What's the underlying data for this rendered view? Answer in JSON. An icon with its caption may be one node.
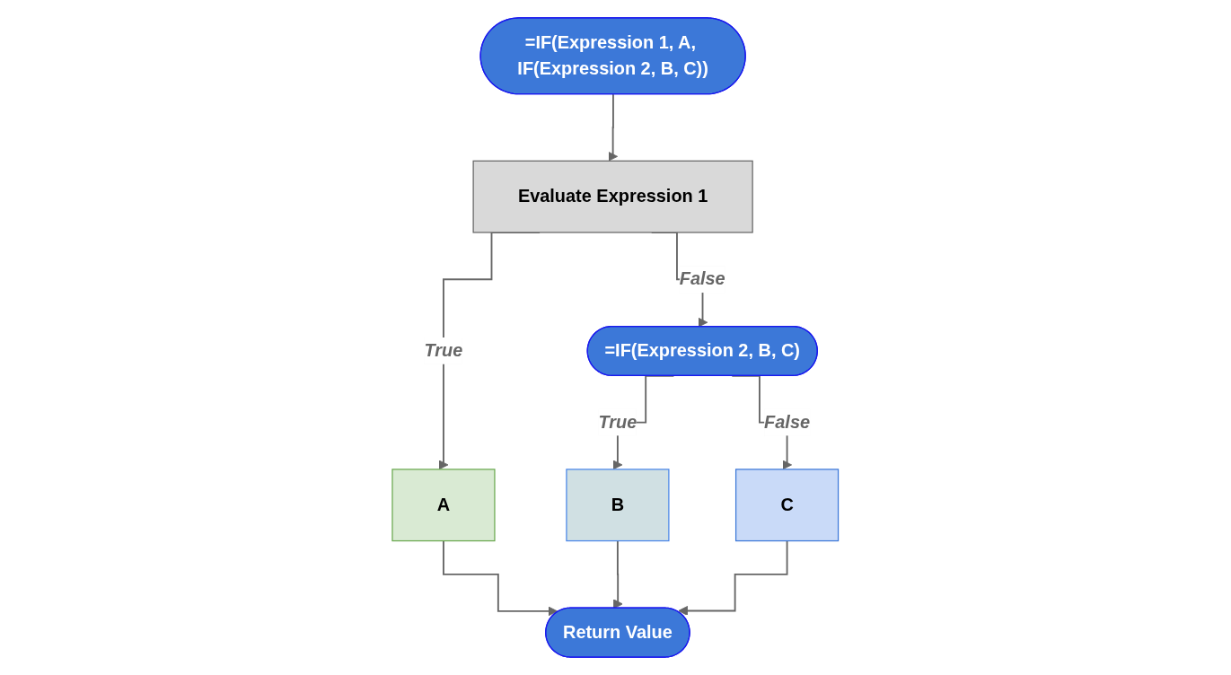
{
  "diagram": {
    "nodes": [
      {
        "text": [
          "=IF(Expression 1, A, IF(Expression 2, B, C))"
        ]
      },
      {
        "text": [
          "Evaluate Expression 1"
        ]
      },
      {
        "text": [
          "A"
        ]
      },
      {
        "text": [
          "=IF(Expression 2, B, C)"
        ]
      },
      {
        "text": [
          "B"
        ]
      },
      {
        "text": [
          "C"
        ]
      },
      {
        "text": [
          "Return Value"
        ]
      }
    ],
    "edges": [
      {
        "from": 0,
        "to": 1,
        "arrow": "to"
      },
      {
        "from": 1,
        "to": 2,
        "arrow": "to",
        "label": "True"
      },
      {
        "from": 1,
        "to": 3,
        "arrow": "to",
        "label": "False"
      },
      {
        "from": 3,
        "to": 4,
        "arrow": "to",
        "label": "True"
      },
      {
        "from": 3,
        "to": 5,
        "arrow": "to",
        "label": "False"
      },
      {
        "from": 2,
        "to": 6,
        "arrow": "to"
      },
      {
        "from": 4,
        "to": 6,
        "arrow": "to"
      },
      {
        "from": 5,
        "to": 6,
        "arrow": "to"
      }
    ]
  }
}
